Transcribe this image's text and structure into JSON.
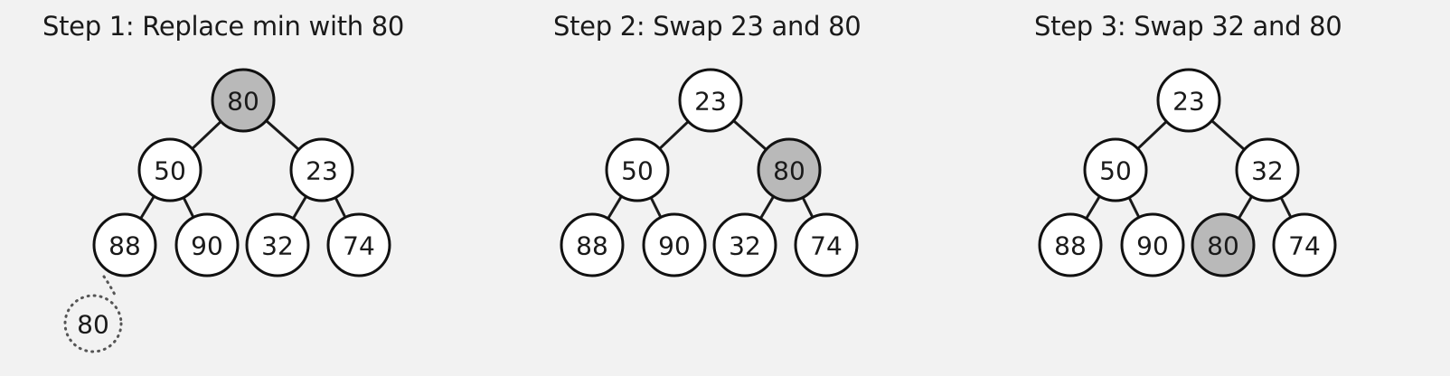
{
  "colors": {
    "node_fill": "#ffffff",
    "highlight_fill": "#b9b9b9",
    "stroke": "#111111",
    "background": "#f2f2f2"
  },
  "steps": [
    {
      "title": "Step 1: Replace min with 80",
      "nodes": [
        {
          "value": "80",
          "highlight": true
        },
        {
          "value": "50",
          "highlight": false
        },
        {
          "value": "23",
          "highlight": false
        },
        {
          "value": "88",
          "highlight": false
        },
        {
          "value": "90",
          "highlight": false
        },
        {
          "value": "32",
          "highlight": false
        },
        {
          "value": "74",
          "highlight": false
        }
      ],
      "removed": {
        "value": "80"
      }
    },
    {
      "title": "Step 2: Swap 23 and 80",
      "nodes": [
        {
          "value": "23",
          "highlight": false
        },
        {
          "value": "50",
          "highlight": false
        },
        {
          "value": "80",
          "highlight": true
        },
        {
          "value": "88",
          "highlight": false
        },
        {
          "value": "90",
          "highlight": false
        },
        {
          "value": "32",
          "highlight": false
        },
        {
          "value": "74",
          "highlight": false
        }
      ]
    },
    {
      "title": "Step 3: Swap 32 and 80",
      "nodes": [
        {
          "value": "23",
          "highlight": false
        },
        {
          "value": "50",
          "highlight": false
        },
        {
          "value": "32",
          "highlight": false
        },
        {
          "value": "88",
          "highlight": false
        },
        {
          "value": "90",
          "highlight": false
        },
        {
          "value": "80",
          "highlight": true
        },
        {
          "value": "74",
          "highlight": false
        }
      ]
    }
  ]
}
